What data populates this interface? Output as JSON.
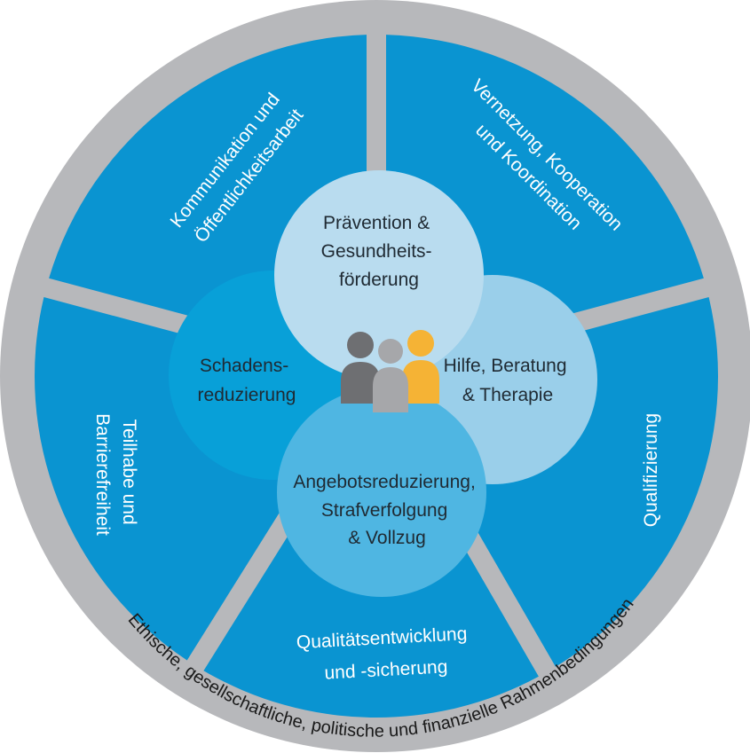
{
  "diagram": {
    "colors": {
      "outer_ring": "#b7b8bb",
      "segment": "#0a94d1",
      "gap": "#b7b8bb",
      "circle_top": "#b9dcef",
      "circle_left": "#08a0d8",
      "circle_right": "#9acfea",
      "circle_bottom": "#4fb6e2",
      "person_dark": "#6e6f72",
      "person_mid": "#a6a7aa",
      "person_accent": "#f5b335"
    },
    "outer_ring_label": "Ethische, gesellschaftliche, politische und finanzielle Rahmenbedingungen",
    "segments": {
      "top_left": [
        "Kommunikation und",
        "Öffentlichkeitsarbeit"
      ],
      "top_right": [
        "Vernetzung, Kooperation",
        "und Koordination"
      ],
      "left": [
        "Teilhabe und",
        "Barrierefreiheit"
      ],
      "right": [
        "Qualifizierung"
      ],
      "bottom": [
        "Qualitätsentwicklung",
        "und -sicherung"
      ]
    },
    "circles": {
      "top": [
        "Prävention &",
        "Gesundheits-",
        "förderung"
      ],
      "left": [
        "Schadens-",
        "reduzierung"
      ],
      "right": [
        "Hilfe, Beratung",
        "& Therapie"
      ],
      "bottom": [
        "Angebotsreduzierung,",
        "Strafverfolgung",
        "& Vollzug"
      ]
    },
    "center_icon": "people-group-icon"
  }
}
